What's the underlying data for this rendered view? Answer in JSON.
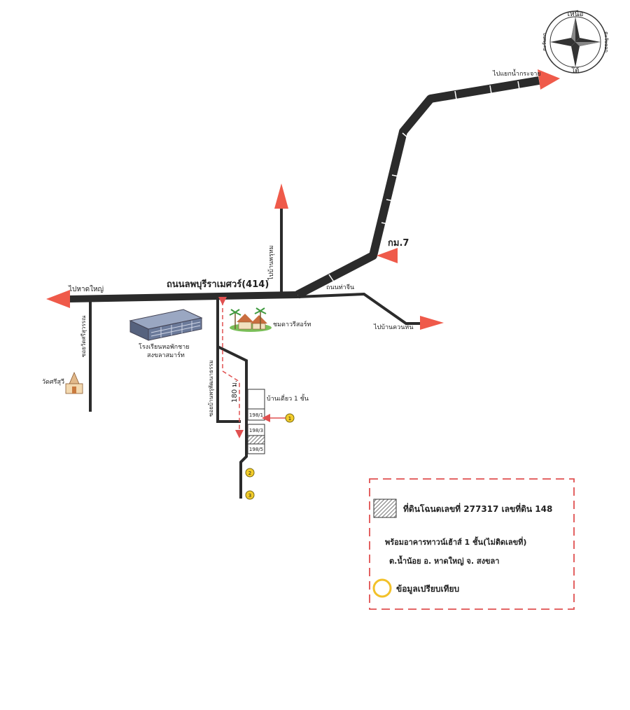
{
  "compass": {
    "north": "เหนือ",
    "south": "ใต้",
    "east": "ตะวันออก",
    "west": "ตะวันตก"
  },
  "roads": {
    "main_road": "ถนนลพบุรีราเมศวร์(414)",
    "to_hat_yai": "ไปหาดใหญ่",
    "to_north_village": "ไปบ้านพรุหม",
    "to_namkrachai": "ไปแยกน้ำกระจาย",
    "km_marker": "กม.7",
    "side_road": "ถนนท่าจีน",
    "to_khuan_hin": "ไปบ้านควนหิน",
    "soi_left": "ซอยวัดศรีสุวรรณ",
    "soi_center": "ซอยบ้านพรุพัฒนาธรรม"
  },
  "places": {
    "school": [
      "โรงเรียนหอพักชาย",
      "สงขลาสมาร์ท"
    ],
    "resort": "ชมดาวรีสอร์ท",
    "temple": "วัดศรีสุวี",
    "single_house": "บ้านเดี่ยว 1 ชั้น",
    "distance": "180 ม.",
    "lots": [
      "198/1",
      "198/3",
      "198/5"
    ]
  },
  "comparables": [
    "1",
    "2",
    "3"
  ],
  "legend": {
    "deed_label": "ที่ดินโฉนดเลขที่ 277317  เลขที่ดิน 148",
    "building": "พร้อมอาคารทาวน์เฮ้าส์ 1 ชั้น(ไม่ติดเลขที่)",
    "address": "ต.น้ำน้อย อ. หาดใหญ่ จ. สงขลา",
    "comparable_label": "ข้อมูลเปรียบเทียบ"
  },
  "colors": {
    "road": "#2b2b2b",
    "arrow": "#ef5a4a",
    "dash_border": "#e05050",
    "marker_fill": "#f2cc2a",
    "school_building": "#6b7a9a",
    "greenery": "#3e9a3e"
  }
}
